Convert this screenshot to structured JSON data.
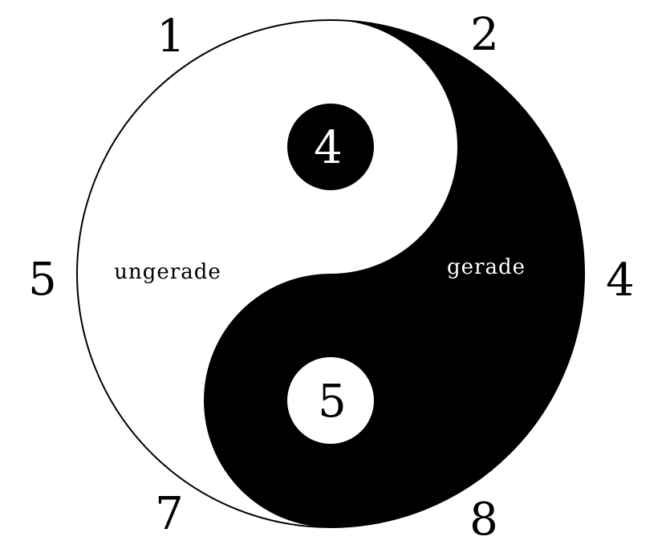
{
  "colors": {
    "yin": "#000000",
    "yang": "#ffffff"
  },
  "outer_labels": {
    "top_left": "1",
    "top_right": "2",
    "left": "5",
    "right": "4",
    "bottom_left": "7",
    "bottom_right": "8"
  },
  "inner_dots": {
    "upper": "4",
    "lower": "5"
  },
  "halves": {
    "white_half": "ungerade",
    "black_half": "gerade"
  }
}
